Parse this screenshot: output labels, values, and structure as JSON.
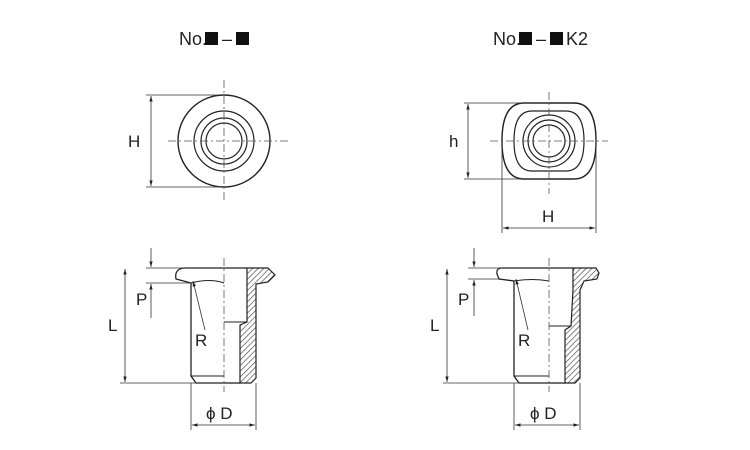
{
  "views": {
    "left": {
      "title_prefix": "No.",
      "title_dash": "–",
      "title_suffix": "",
      "label_H": "H",
      "label_P": "P",
      "label_L": "L",
      "label_R": "R",
      "label_D": "ϕ D"
    },
    "right": {
      "title_prefix": "No.",
      "title_dash": "–",
      "title_suffix": "K2",
      "label_h": "h",
      "label_H": "H",
      "label_P": "P",
      "label_L": "L",
      "label_R": "R",
      "label_D": "ϕ D"
    }
  },
  "colors": {
    "line": "#222222",
    "hatch": "#444444",
    "background": "#ffffff"
  }
}
